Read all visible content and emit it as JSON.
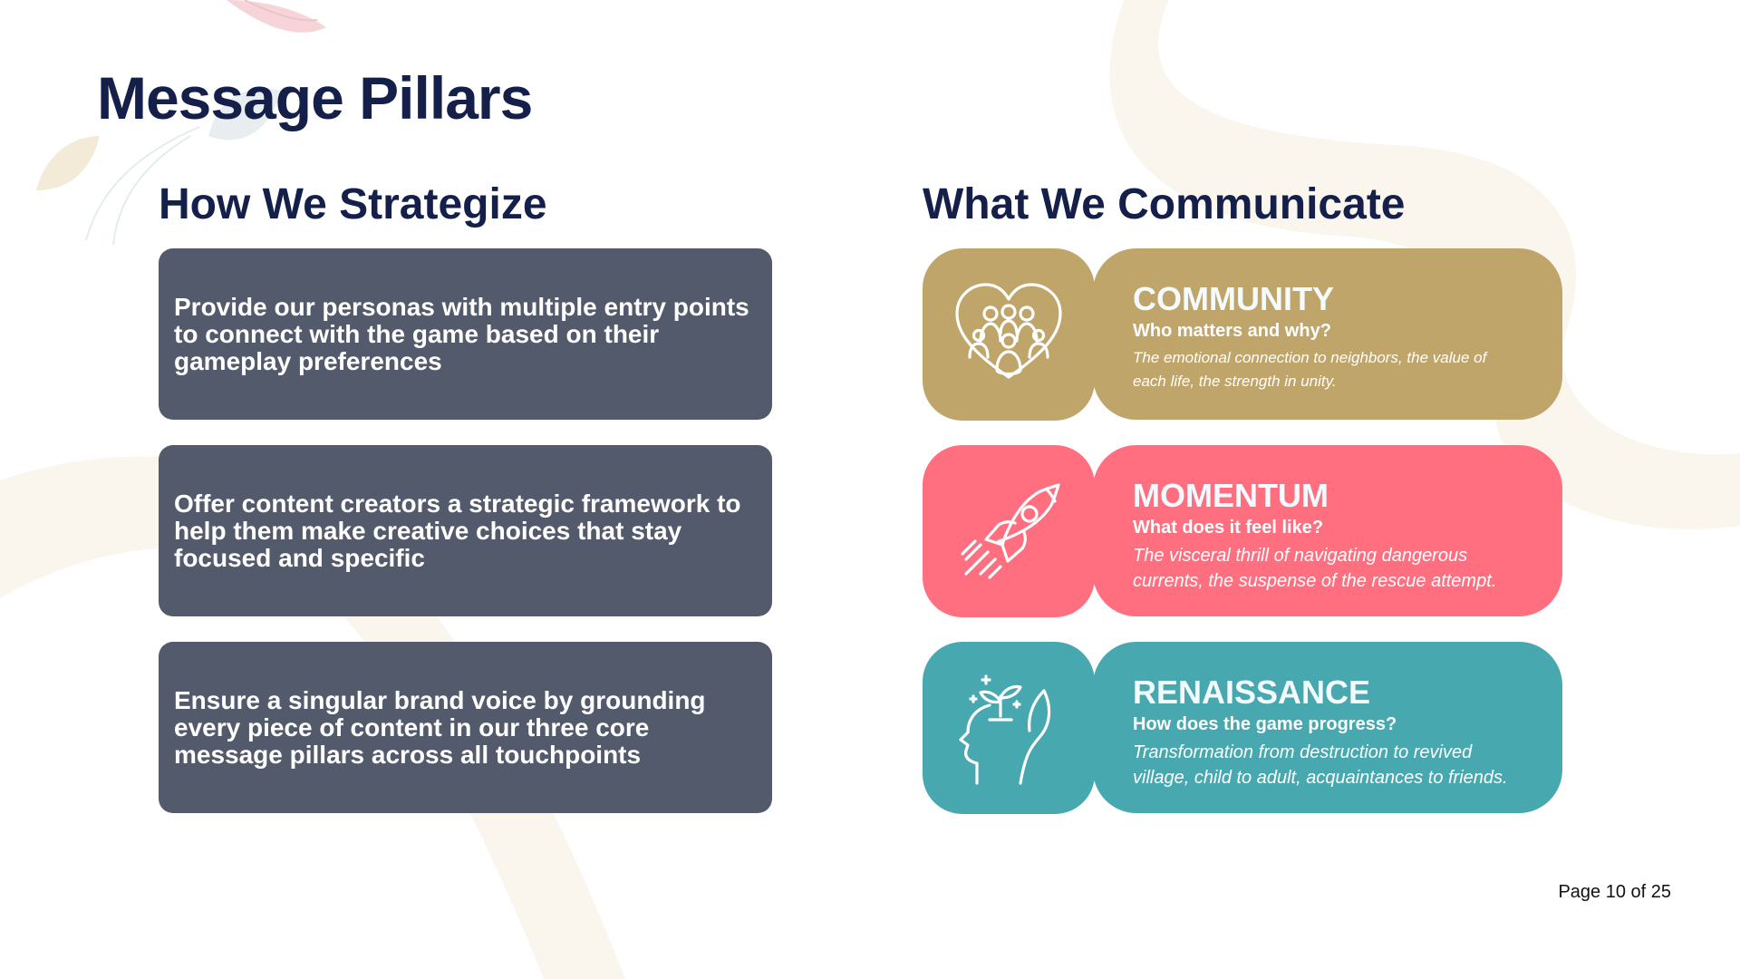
{
  "page": {
    "title": "Message Pillars",
    "page_number": "Page 10 of 25"
  },
  "strategy": {
    "heading": "How We Strategize",
    "items": [
      {
        "text": "Provide our personas with multiple entry points to connect with the game based on their gameplay preferences"
      },
      {
        "text": "Offer content creators a strategic framework to help them make creative choices that stay focused and specific"
      },
      {
        "text": "Ensure a singular brand voice by grounding every piece of content in our three core message pillars across all touchpoints"
      }
    ]
  },
  "communicate": {
    "heading": "What We Communicate",
    "pillars": [
      {
        "name": "COMMUNITY",
        "question": "Who matters and why?",
        "description": "The emotional connection to neighbors, the value of each life, the strength in unity.",
        "icon": "heart-people-icon",
        "color": "#c0a56a"
      },
      {
        "name": "MOMENTUM",
        "question": "What does it feel like?",
        "description": "The visceral thrill of navigating dangerous currents, the suspense of the rescue attempt.",
        "icon": "rocket-icon",
        "color": "#ff6f80"
      },
      {
        "name": "RENAISSANCE",
        "question": "How does the game progress?",
        "description": "Transformation from destruction to revived village, child to adult, acquaintances to friends.",
        "icon": "head-sprout-icon",
        "color": "#47a8b0"
      }
    ]
  }
}
